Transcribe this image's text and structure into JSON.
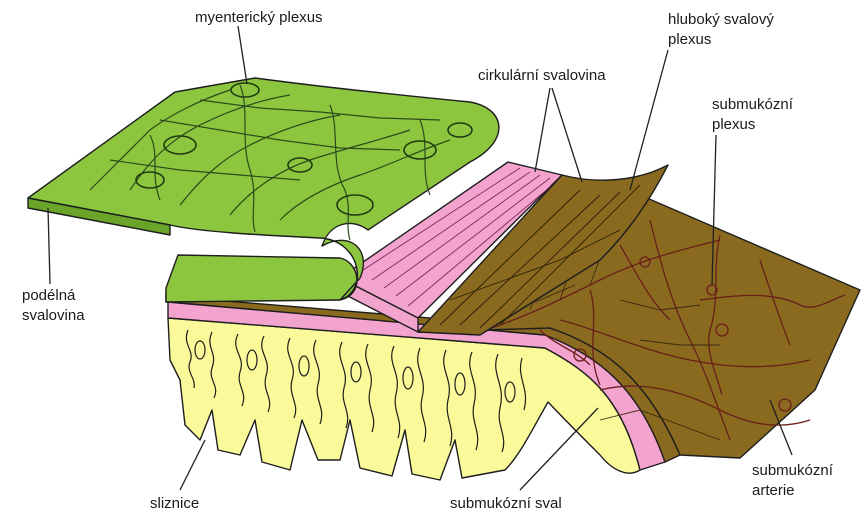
{
  "labels": {
    "myenteric_plexus": "myenterický plexus",
    "deep_muscular_plexus_line1": "hluboký svalový",
    "deep_muscular_plexus_line2": "plexus",
    "circular_muscle": "cirkulární svalovina",
    "submucosal_plexus_line1": "submukózní",
    "submucosal_plexus_line2": "plexus",
    "longitudinal_muscle_line1": "podélná",
    "longitudinal_muscle_line2": "svalovina",
    "submucosal_artery_line1": "submukózní",
    "submucosal_artery_line2": "arterie",
    "mucosa": "sliznice",
    "muscularis_mucosae": "submukózní sval"
  },
  "colors": {
    "longitudinal_muscle": "#8cc63f",
    "circular_muscle": "#f2a4cf",
    "submucosa": "#8a6a1f",
    "mucosa": "#fafa9a",
    "muscularis_mucosae": "#f2a4cf",
    "plexus_green": "#2c4a1a",
    "vessels": "#6a1f1a"
  }
}
